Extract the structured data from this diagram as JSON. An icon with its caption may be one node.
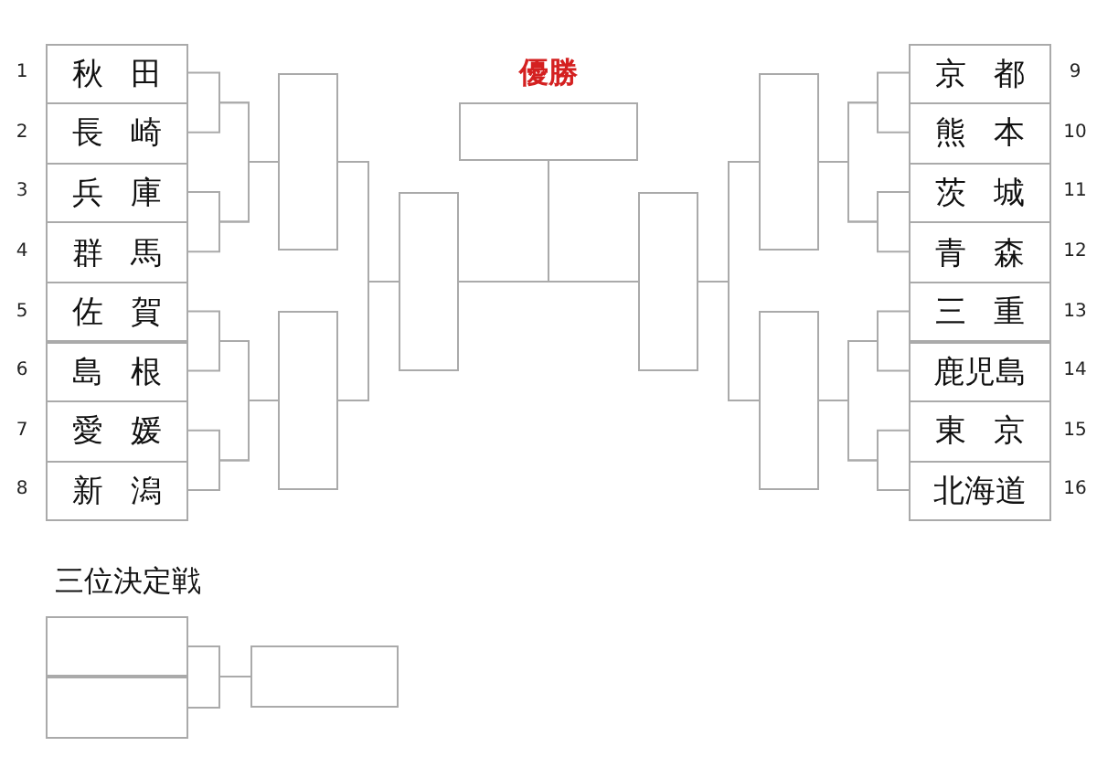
{
  "diagram": {
    "nodes": [
      {
        "text": [
          "優勝"
        ]
      },
      {
        "text": [
          "秋田"
        ],
        "beside": [
          "1"
        ]
      },
      {
        "text": [
          "長崎"
        ],
        "beside": [
          "2"
        ]
      },
      {
        "text": [
          "兵庫"
        ],
        "beside": [
          "3"
        ]
      },
      {
        "text": [
          "群馬"
        ],
        "beside": [
          "4"
        ]
      },
      {
        "text": [
          "佐賀"
        ],
        "beside": [
          "5"
        ]
      },
      {
        "text": [
          "島根"
        ],
        "beside": [
          "6"
        ]
      },
      {
        "text": [
          "愛媛"
        ],
        "beside": [
          "7"
        ]
      },
      {
        "text": [
          "新潟"
        ],
        "beside": [
          "8"
        ]
      },
      {
        "text": [
          "京都"
        ],
        "beside": [
          "9"
        ]
      },
      {
        "text": [
          "熊本"
        ],
        "beside": [
          "10"
        ]
      },
      {
        "text": [
          "茨城"
        ],
        "beside": [
          "11"
        ]
      },
      {
        "text": [
          "青森"
        ],
        "beside": [
          "12"
        ]
      },
      {
        "text": [
          "三重"
        ],
        "beside": [
          "13"
        ]
      },
      {
        "text": [
          "鹿児島"
        ],
        "beside": [
          "14"
        ]
      },
      {
        "text": [
          "東京"
        ],
        "beside": [
          "15"
        ]
      },
      {
        "text": [
          "北海道"
        ],
        "beside": [
          "16"
        ]
      },
      {
        "text": [],
        "shape": "box"
      },
      {
        "text": [],
        "shape": "box"
      },
      {
        "text": [],
        "shape": "box"
      },
      {
        "text": [],
        "shape": "box"
      },
      {
        "text": [],
        "shape": "box"
      },
      {
        "text": [],
        "shape": "box"
      },
      {
        "text": [],
        "shape": "box"
      },
      {
        "text": [],
        "shape": "box"
      },
      {
        "text": [],
        "shape": "box"
      }
    ],
    "edges": [
      {
        "from": 1,
        "to": 17,
        "arrow": "none"
      },
      {
        "from": 2,
        "to": 17,
        "arrow": "none"
      },
      {
        "from": 3,
        "to": 17,
        "arrow": "none"
      },
      {
        "from": 4,
        "to": 17,
        "arrow": "none"
      },
      {
        "from": 5,
        "to": 18,
        "arrow": "none"
      },
      {
        "from": 6,
        "to": 18,
        "arrow": "none"
      },
      {
        "from": 7,
        "to": 18,
        "arrow": "none"
      },
      {
        "from": 8,
        "to": 18,
        "arrow": "none"
      },
      {
        "from": 17,
        "to": 19,
        "arrow": "none"
      },
      {
        "from": 18,
        "to": 19,
        "arrow": "none"
      },
      {
        "from": 19,
        "to": 0,
        "arrow": "none"
      },
      {
        "from": 20,
        "to": 0,
        "arrow": "none"
      },
      {
        "from": 21,
        "to": 20,
        "arrow": "none"
      },
      {
        "from": 22,
        "to": 20,
        "arrow": "none"
      },
      {
        "from": 9,
        "to": 21,
        "arrow": "none"
      },
      {
        "from": 10,
        "to": 21,
        "arrow": "none"
      },
      {
        "from": 11,
        "to": 21,
        "arrow": "none"
      },
      {
        "from": 12,
        "to": 21,
        "arrow": "none"
      },
      {
        "from": 13,
        "to": 22,
        "arrow": "none"
      },
      {
        "from": 14,
        "to": 22,
        "arrow": "none"
      },
      {
        "from": 15,
        "to": 22,
        "arrow": "none"
      },
      {
        "from": 16,
        "to": 22,
        "arrow": "none"
      },
      {
        "from": 23,
        "to": 25,
        "arrow": "none"
      },
      {
        "from": 24,
        "to": 25,
        "arrow": "none"
      }
    ],
    "labels": [
      "三位決定戦"
    ]
  }
}
